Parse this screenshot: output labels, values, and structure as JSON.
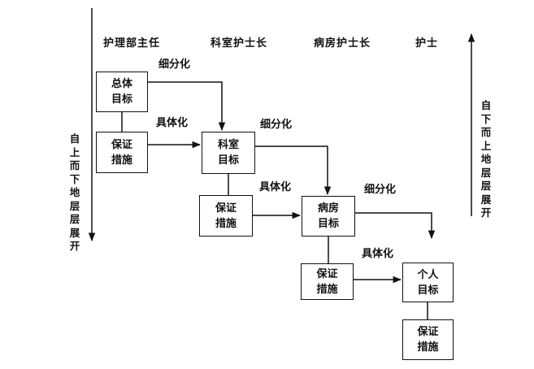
{
  "headers": {
    "nursing_director": "护理部主任",
    "dept_head_nurse": "科室护士长",
    "ward_head_nurse": "病房护士长",
    "nurse": "护士"
  },
  "side_text": {
    "left": "自上而下地层层展开",
    "right": "自下而上地层层展开"
  },
  "labels": {
    "refine_1": "细分化",
    "concretize_1": "具体化",
    "refine_2": "细分化",
    "concretize_2": "具体化",
    "refine_3": "细分化",
    "concretize_3": "具体化"
  },
  "boxes": {
    "overall_goal": [
      "总体",
      "目标"
    ],
    "guarantee_1": [
      "保证",
      "措施"
    ],
    "dept_goal": [
      "科室",
      "目标"
    ],
    "guarantee_2": [
      "保证",
      "措施"
    ],
    "ward_goal": [
      "病房",
      "目标"
    ],
    "guarantee_3": [
      "保证",
      "措施"
    ],
    "personal_goal": [
      "个人",
      "目标"
    ],
    "guarantee_4": [
      "保证",
      "措施"
    ]
  }
}
